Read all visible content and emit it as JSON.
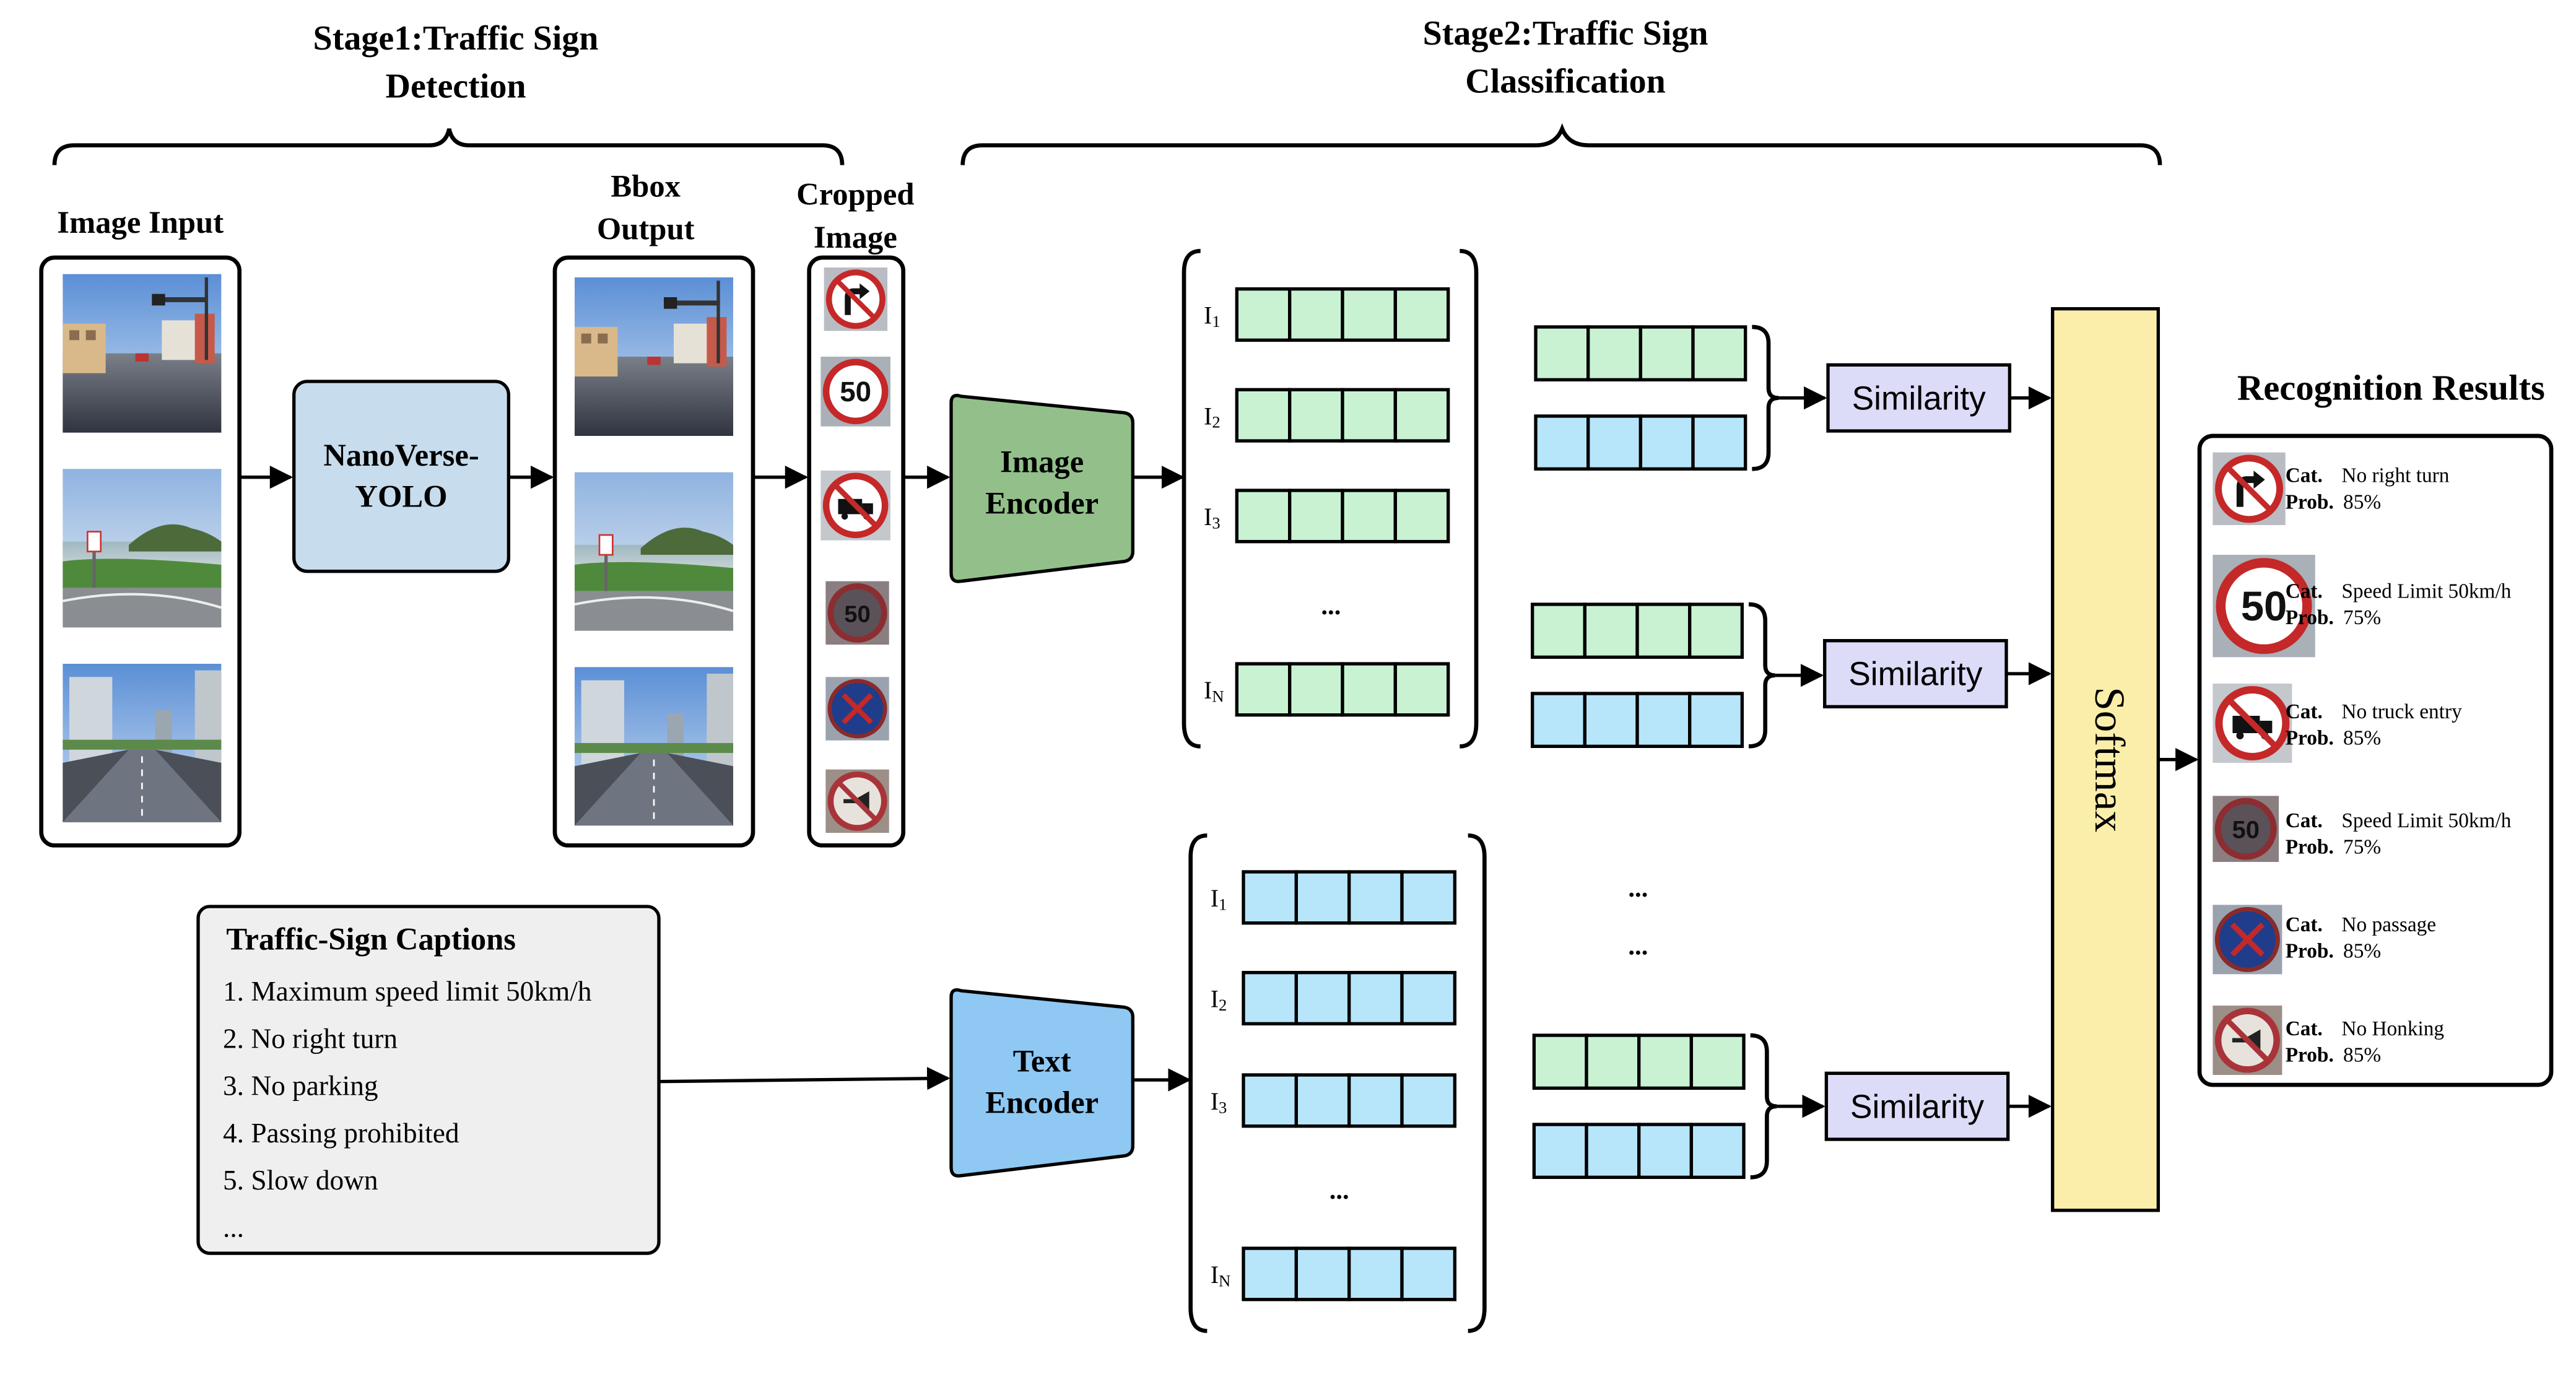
{
  "stage1": {
    "title_line1": "Stage1:Traffic Sign",
    "title_line2": "Detection"
  },
  "stage2": {
    "title_line1": "Stage2:Traffic Sign",
    "title_line2": "Classification"
  },
  "image_input": {
    "label": "Image Input"
  },
  "detector": {
    "line1": "NanoVerse-",
    "line2": "YOLO"
  },
  "bbox_output": {
    "line1": "Bbox",
    "line2": "Output"
  },
  "cropped_image": {
    "line1": "Cropped",
    "line2": "Image"
  },
  "image_encoder": {
    "line1": "Image",
    "line2": "Encoder"
  },
  "text_encoder": {
    "line1": "Text",
    "line2": "Encoder"
  },
  "image_features": {
    "labels": [
      "I",
      "I",
      "I",
      "I"
    ],
    "subs": [
      "1",
      "2",
      "3",
      "N"
    ],
    "ellipsis": "..."
  },
  "text_features": {
    "labels": [
      "I",
      "I",
      "I",
      "I"
    ],
    "subs": [
      "1",
      "2",
      "3",
      "N"
    ],
    "ellipsis": "..."
  },
  "similarity": {
    "label": "Similarity"
  },
  "middle_ellipsis": [
    "...",
    "..."
  ],
  "softmax": {
    "label": "Softmax"
  },
  "captions": {
    "title": "Traffic-Sign Captions",
    "items": [
      "1. Maximum speed limit 50km/h",
      "2. No right turn",
      "3. No parking",
      "4. Passing prohibited",
      "5. Slow down",
      "..."
    ]
  },
  "results": {
    "title": "Recognition Results",
    "cat_label": "Cat.",
    "prob_label": "Prob.",
    "items": [
      {
        "icon": "no-right-turn-sign",
        "category": "No right turn",
        "prob": "85%"
      },
      {
        "icon": "speed-limit-50-sign",
        "category": "Speed Limit 50km/h",
        "prob": "75%"
      },
      {
        "icon": "no-truck-sign",
        "category": "No truck entry",
        "prob": "85%"
      },
      {
        "icon": "speed-limit-50-sign",
        "category": "Speed Limit 50km/h",
        "prob": "75%"
      },
      {
        "icon": "no-passage-sign",
        "category": "No passage",
        "prob": "85%"
      },
      {
        "icon": "no-honking-sign",
        "category": "No Honking",
        "prob": "85%"
      }
    ]
  },
  "colors": {
    "image_feature": "#c9f2d3",
    "text_feature": "#b7e6fb",
    "detector_box": "#c7dcec",
    "image_encoder": "#93c08a",
    "text_encoder": "#8ec8f3",
    "similarity_box": "#dcdcf8",
    "softmax_box": "#fbeeaa",
    "captions_box": "#efefef"
  }
}
